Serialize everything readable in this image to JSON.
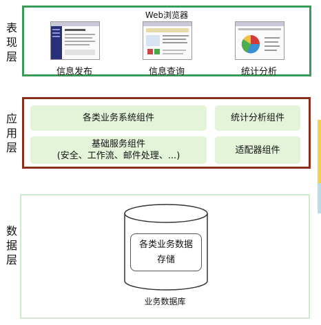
{
  "layers": {
    "presentation": {
      "label": "表现层",
      "browser_title": "Web浏览器",
      "items": [
        {
          "label": "信息发布"
        },
        {
          "label": "信息查询"
        },
        {
          "label": "统计分析"
        }
      ]
    },
    "application": {
      "label": "应用层",
      "components": {
        "business": "各类业务系统组件",
        "statistics": "统计分析组件",
        "basic_line1": "基础服务组件",
        "basic_line2": "(安全、工作流、邮件处理、...)",
        "adapter": "适配器组件"
      }
    },
    "data": {
      "label": "数据层",
      "storage_line1": "各类业务数据",
      "storage_line2": "存储",
      "db_label": "业务数据库"
    }
  },
  "colors": {
    "presentation_border": "#3a9a58",
    "application_border": "#8a2f1c",
    "data_border": "#cfe9cf",
    "component_fill": "#e3f4d9",
    "side_accent": "#f2d24a"
  },
  "icons": [
    "web-page-thumbnail",
    "database-cylinder-icon"
  ]
}
